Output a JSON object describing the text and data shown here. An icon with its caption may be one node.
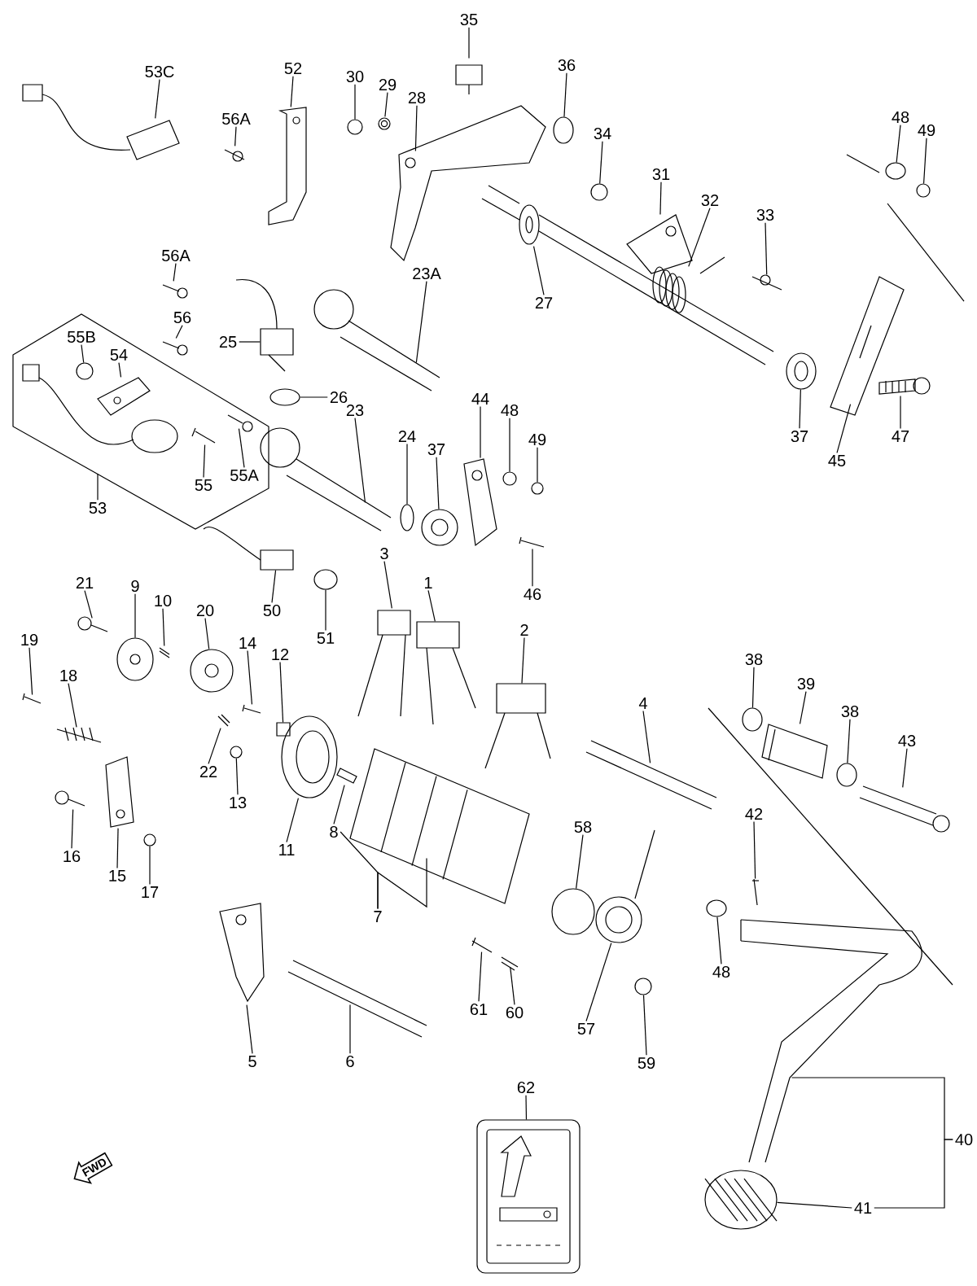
{
  "diagram": {
    "nodes": [
      {
        "text": [],
        "shape": "box"
      },
      {
        "text": [
          "53C"
        ]
      },
      {
        "text": [
          "56A"
        ]
      },
      {
        "text": [
          "52"
        ]
      },
      {
        "text": [
          "30"
        ]
      },
      {
        "text": [
          "29"
        ]
      },
      {
        "text": [
          "28"
        ]
      },
      {
        "text": [
          "35"
        ]
      },
      {
        "text": [
          "36"
        ]
      },
      {
        "text": [
          "34"
        ]
      },
      {
        "text": [
          "31"
        ]
      },
      {
        "text": [
          "32"
        ]
      },
      {
        "text": [
          "33"
        ]
      },
      {
        "text": [
          "48"
        ]
      },
      {
        "text": [
          "49"
        ]
      },
      {
        "text": [
          "27"
        ]
      },
      {
        "text": [
          "37"
        ]
      },
      {
        "text": [
          "47"
        ]
      },
      {
        "text": [
          "45"
        ]
      },
      {
        "text": [
          "56A"
        ]
      },
      {
        "text": [
          "56"
        ]
      },
      {
        "text": [
          "55B"
        ],
        "in": 0
      },
      {
        "text": [
          "54"
        ],
        "in": 0
      },
      {
        "text": [
          "23A"
        ]
      },
      {
        "text": [
          "25"
        ]
      },
      {
        "text": [
          "26"
        ]
      },
      {
        "text": [
          "23"
        ]
      },
      {
        "text": [
          "24"
        ]
      },
      {
        "text": [
          "37"
        ]
      },
      {
        "text": [
          "44"
        ]
      },
      {
        "text": [
          "48"
        ]
      },
      {
        "text": [
          "49"
        ]
      },
      {
        "text": [
          "53"
        ]
      },
      {
        "text": [
          "55"
        ],
        "in": 0
      },
      {
        "text": [
          "55A"
        ],
        "in": 0
      },
      {
        "text": [
          "46"
        ]
      },
      {
        "text": [
          "50"
        ]
      },
      {
        "text": [
          "51"
        ]
      },
      {
        "text": [
          "3"
        ]
      },
      {
        "text": [
          "1"
        ]
      },
      {
        "text": [
          "2"
        ]
      },
      {
        "text": [
          "4"
        ]
      },
      {
        "text": [
          "38"
        ]
      },
      {
        "text": [
          "39"
        ]
      },
      {
        "text": [
          "38"
        ]
      },
      {
        "text": [
          "43"
        ]
      },
      {
        "text": [
          "21"
        ]
      },
      {
        "text": [
          "9"
        ]
      },
      {
        "text": [
          "10"
        ]
      },
      {
        "text": [
          "20"
        ]
      },
      {
        "text": [
          "19"
        ]
      },
      {
        "text": [
          "18"
        ]
      },
      {
        "text": [
          "14"
        ]
      },
      {
        "text": [
          "12"
        ]
      },
      {
        "text": [
          "22"
        ]
      },
      {
        "text": [
          "13"
        ]
      },
      {
        "text": [
          "16"
        ]
      },
      {
        "text": [
          "15"
        ]
      },
      {
        "text": [
          "17"
        ]
      },
      {
        "text": [
          "11"
        ]
      },
      {
        "text": [
          "8"
        ]
      },
      {
        "text": [
          "7"
        ]
      },
      {
        "text": [
          "58"
        ]
      },
      {
        "text": [
          "42"
        ]
      },
      {
        "text": [
          "48"
        ]
      },
      {
        "text": [
          "5"
        ]
      },
      {
        "text": [
          "6"
        ]
      },
      {
        "text": [
          "61"
        ]
      },
      {
        "text": [
          "60"
        ]
      },
      {
        "text": [
          "57"
        ]
      },
      {
        "text": [
          "59"
        ]
      },
      {
        "text": [
          "62"
        ]
      },
      {
        "text": [
          "40"
        ]
      },
      {
        "text": [
          "41"
        ]
      },
      {
        "text": [
          "FWD"
        ]
      },
      {
        "text": [],
        "shape": "picture"
      },
      {
        "text": [],
        "shape": "picture"
      },
      {
        "text": [],
        "shape": "picture"
      },
      {
        "text": [],
        "shape": "circle"
      },
      {
        "text": [],
        "shape": "picture"
      },
      {
        "text": [],
        "shape": "picture"
      },
      {
        "text": [],
        "shape": "picture"
      },
      {
        "text": [],
        "shape": "circle"
      },
      {
        "text": [],
        "shape": "circle"
      },
      {
        "text": [],
        "shape": "picture"
      },
      {
        "text": [],
        "shape": "picture"
      },
      {
        "text": [],
        "shape": "picture"
      },
      {
        "text": [],
        "shape": "circle"
      },
      {
        "text": [],
        "shape": "circle"
      },
      {
        "text": [],
        "shape": "picture"
      },
      {
        "text": [],
        "shape": "picture"
      },
      {
        "text": [],
        "shape": "picture"
      },
      {
        "text": [],
        "shape": "picture"
      },
      {
        "text": [],
        "shape": "picture"
      },
      {
        "text": [],
        "shape": "picture"
      },
      {
        "text": [],
        "shape": "circle",
        "in": 0
      },
      {
        "text": [],
        "shape": "picture",
        "in": 0
      },
      {
        "text": [],
        "shape": "picture"
      },
      {
        "text": [],
        "shape": "picture"
      },
      {
        "text": [],
        "shape": "circle"
      },
      {
        "text": [],
        "shape": "picture"
      },
      {
        "text": [],
        "shape": "circle"
      },
      {
        "text": [],
        "shape": "picture"
      },
      {
        "text": [],
        "shape": "picture"
      },
      {
        "text": [],
        "shape": "circle"
      },
      {
        "text": [],
        "shape": "circle"
      },
      {
        "text": [],
        "shape": "picture",
        "in": 0
      },
      {
        "text": [],
        "shape": "picture",
        "in": 0
      },
      {
        "text": [],
        "shape": "picture"
      },
      {
        "text": [],
        "shape": "picture"
      },
      {
        "text": [],
        "shape": "circle"
      },
      {
        "text": [],
        "shape": "picture"
      },
      {
        "text": [],
        "shape": "picture"
      },
      {
        "text": [],
        "shape": "picture"
      },
      {
        "text": [],
        "shape": "picture"
      },
      {
        "text": [],
        "shape": "circle"
      },
      {
        "text": [],
        "shape": "picture"
      },
      {
        "text": [],
        "shape": "circle"
      },
      {
        "text": [],
        "shape": "picture"
      },
      {
        "text": [],
        "shape": "picture"
      },
      {
        "text": [],
        "shape": "picture"
      },
      {
        "text": [],
        "shape": "picture"
      },
      {
        "text": [],
        "shape": "picture"
      },
      {
        "text": [],
        "shape": "picture"
      },
      {
        "text": [],
        "shape": "picture"
      },
      {
        "text": [],
        "shape": "picture"
      },
      {
        "text": [],
        "shape": "box"
      },
      {
        "text": [],
        "shape": "picture"
      },
      {
        "text": [],
        "shape": "circle"
      },
      {
        "text": [],
        "shape": "picture"
      },
      {
        "text": [],
        "shape": "picture"
      },
      {
        "text": [],
        "shape": "circle"
      },
      {
        "text": [],
        "shape": "picture"
      },
      {
        "text": [],
        "shape": "picture"
      },
      {
        "text": [],
        "shape": "circle"
      },
      {
        "text": [],
        "shape": "picture"
      },
      {
        "text": [],
        "shape": "circle"
      },
      {
        "text": [],
        "shape": "picture"
      },
      {
        "text": [],
        "shape": "picture"
      },
      {
        "text": [],
        "shape": "picture"
      },
      {
        "text": [],
        "shape": "picture"
      },
      {
        "text": [],
        "shape": "picture"
      },
      {
        "text": [],
        "shape": "circle"
      },
      {
        "text": [],
        "shape": "picture"
      },
      {
        "text": [],
        "shape": "picture"
      },
      {
        "text": [],
        "shape": "picture"
      },
      {
        "text": [],
        "shape": "picture"
      }
    ],
    "edges": [
      {
        "from": 1,
        "to": 75,
        "arrow": "none"
      },
      {
        "from": 2,
        "to": 76,
        "arrow": "none"
      },
      {
        "from": 3,
        "to": 77,
        "arrow": "none"
      },
      {
        "from": 4,
        "to": 78,
        "arrow": "none"
      },
      {
        "from": 5,
        "to": 79,
        "arrow": "none"
      },
      {
        "from": 6,
        "to": 80,
        "arrow": "none"
      },
      {
        "from": 7,
        "to": 81,
        "arrow": "none"
      },
      {
        "from": 8,
        "to": 82,
        "arrow": "none"
      },
      {
        "from": 9,
        "to": 83,
        "arrow": "none"
      },
      {
        "from": 10,
        "to": 84,
        "arrow": "none"
      },
      {
        "from": 11,
        "to": 85,
        "arrow": "none"
      },
      {
        "from": 12,
        "to": 86,
        "arrow": "none"
      },
      {
        "from": 13,
        "to": 87,
        "arrow": "none"
      },
      {
        "from": 14,
        "to": 88,
        "arrow": "none"
      },
      {
        "from": 15,
        "to": 89,
        "arrow": "none"
      },
      {
        "from": 16,
        "to": 90,
        "arrow": "none"
      },
      {
        "from": 17,
        "to": 91,
        "arrow": "none"
      },
      {
        "from": 18,
        "to": 92,
        "arrow": "none"
      },
      {
        "from": 19,
        "to": 93,
        "arrow": "none"
      },
      {
        "from": 20,
        "to": 94,
        "arrow": "none"
      },
      {
        "from": 21,
        "to": 95,
        "arrow": "none"
      },
      {
        "from": 22,
        "to": 96,
        "arrow": "none"
      },
      {
        "from": 23,
        "to": 97,
        "arrow": "none"
      },
      {
        "from": 24,
        "to": 98,
        "arrow": "none"
      },
      {
        "from": 25,
        "to": 99,
        "arrow": "none"
      },
      {
        "from": 26,
        "to": 100,
        "arrow": "none"
      },
      {
        "from": 27,
        "to": 101,
        "arrow": "none"
      },
      {
        "from": 28,
        "to": 102,
        "arrow": "none"
      },
      {
        "from": 29,
        "to": 103,
        "arrow": "none"
      },
      {
        "from": 30,
        "to": 104,
        "arrow": "none"
      },
      {
        "from": 31,
        "to": 105,
        "arrow": "none"
      },
      {
        "from": 32,
        "to": 0,
        "arrow": "none"
      },
      {
        "from": 33,
        "to": 106,
        "arrow": "none"
      },
      {
        "from": 34,
        "to": 107,
        "arrow": "none"
      },
      {
        "from": 35,
        "to": 108,
        "arrow": "none"
      },
      {
        "from": 36,
        "to": 109,
        "arrow": "none"
      },
      {
        "from": 37,
        "to": 110,
        "arrow": "none"
      },
      {
        "from": 38,
        "to": 111,
        "arrow": "none"
      },
      {
        "from": 39,
        "to": 112,
        "arrow": "none"
      },
      {
        "from": 40,
        "to": 113,
        "arrow": "none"
      },
      {
        "from": 41,
        "to": 114,
        "arrow": "none"
      },
      {
        "from": 42,
        "to": 115,
        "arrow": "none"
      },
      {
        "from": 43,
        "to": 116,
        "arrow": "none"
      },
      {
        "from": 44,
        "to": 117,
        "arrow": "none"
      },
      {
        "from": 45,
        "to": 118,
        "arrow": "none"
      },
      {
        "from": 46,
        "to": 119,
        "arrow": "none"
      },
      {
        "from": 47,
        "to": 120,
        "arrow": "none"
      },
      {
        "from": 48,
        "to": 121,
        "arrow": "none"
      },
      {
        "from": 49,
        "to": 122,
        "arrow": "none"
      },
      {
        "from": 50,
        "to": 123,
        "arrow": "none"
      },
      {
        "from": 51,
        "to": 124,
        "arrow": "none"
      },
      {
        "from": 52,
        "to": 125,
        "arrow": "none"
      },
      {
        "from": 53,
        "to": 126,
        "arrow": "none"
      },
      {
        "from": 54,
        "to": 127,
        "arrow": "none"
      },
      {
        "from": 55,
        "to": 128,
        "arrow": "none"
      },
      {
        "from": 56,
        "to": 129,
        "arrow": "none"
      },
      {
        "from": 57,
        "to": 130,
        "arrow": "none"
      },
      {
        "from": 58,
        "to": 131,
        "arrow": "none"
      },
      {
        "from": 59,
        "to": 132,
        "arrow": "none"
      },
      {
        "from": 60,
        "to": 133,
        "arrow": "none"
      },
      {
        "from": 61,
        "to": 145,
        "arrow": "none"
      },
      {
        "from": 62,
        "to": 134,
        "arrow": "none"
      },
      {
        "from": 63,
        "to": 135,
        "arrow": "none"
      },
      {
        "from": 64,
        "to": 136,
        "arrow": "none"
      },
      {
        "from": 65,
        "to": 137,
        "arrow": "none"
      },
      {
        "from": 66,
        "to": 138,
        "arrow": "none"
      },
      {
        "from": 67,
        "to": 139,
        "arrow": "none"
      },
      {
        "from": 68,
        "to": 140,
        "arrow": "none"
      },
      {
        "from": 69,
        "to": 141,
        "arrow": "none"
      },
      {
        "from": 70,
        "to": 142,
        "arrow": "none"
      },
      {
        "from": 71,
        "to": 143,
        "arrow": "none"
      },
      {
        "from": 72,
        "to": 146,
        "arrow": "none"
      },
      {
        "from": 73,
        "to": 144,
        "arrow": "none"
      },
      {
        "from": 61,
        "to": 60,
        "arrow": "none"
      },
      {
        "from": 72,
        "to": 73,
        "arrow": "none"
      }
    ]
  }
}
